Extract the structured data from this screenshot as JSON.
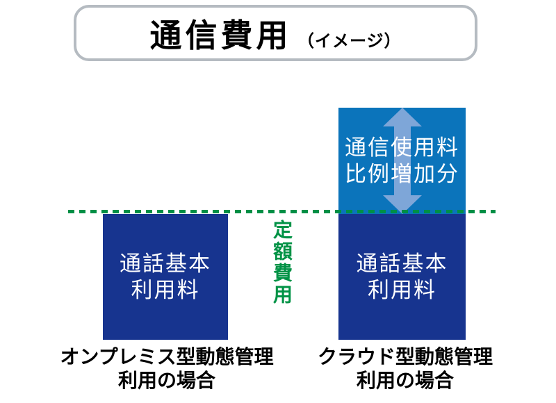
{
  "title": {
    "main": "通信費用",
    "sub": "（イメージ）"
  },
  "fixed_cost": {
    "label": "定額費用"
  },
  "columns": {
    "left": {
      "base": {
        "line1": "通話基本",
        "line2": "利用料"
      },
      "caption": {
        "line1": "オンプレミス型動態管理",
        "line2": "利用の場合"
      }
    },
    "right": {
      "variable": {
        "line1": "通信使用料",
        "line2": "比例増加分"
      },
      "base": {
        "line1": "通話基本",
        "line2": "利用料"
      },
      "caption": {
        "line1": "クラウド型動態管理",
        "line2": "利用の場合"
      }
    }
  },
  "icons": {
    "variable_arrow": "updown-arrow-icon"
  },
  "colors": {
    "base_bar_navy": "#17348f",
    "variable_bar_blue": "#0b74bb",
    "arrow_light_blue": "#7ea6d8",
    "accent_green": "#009245",
    "title_border_gray": "#b5bbc1",
    "bar_text": "#ffffff",
    "caption_text": "#000000"
  }
}
